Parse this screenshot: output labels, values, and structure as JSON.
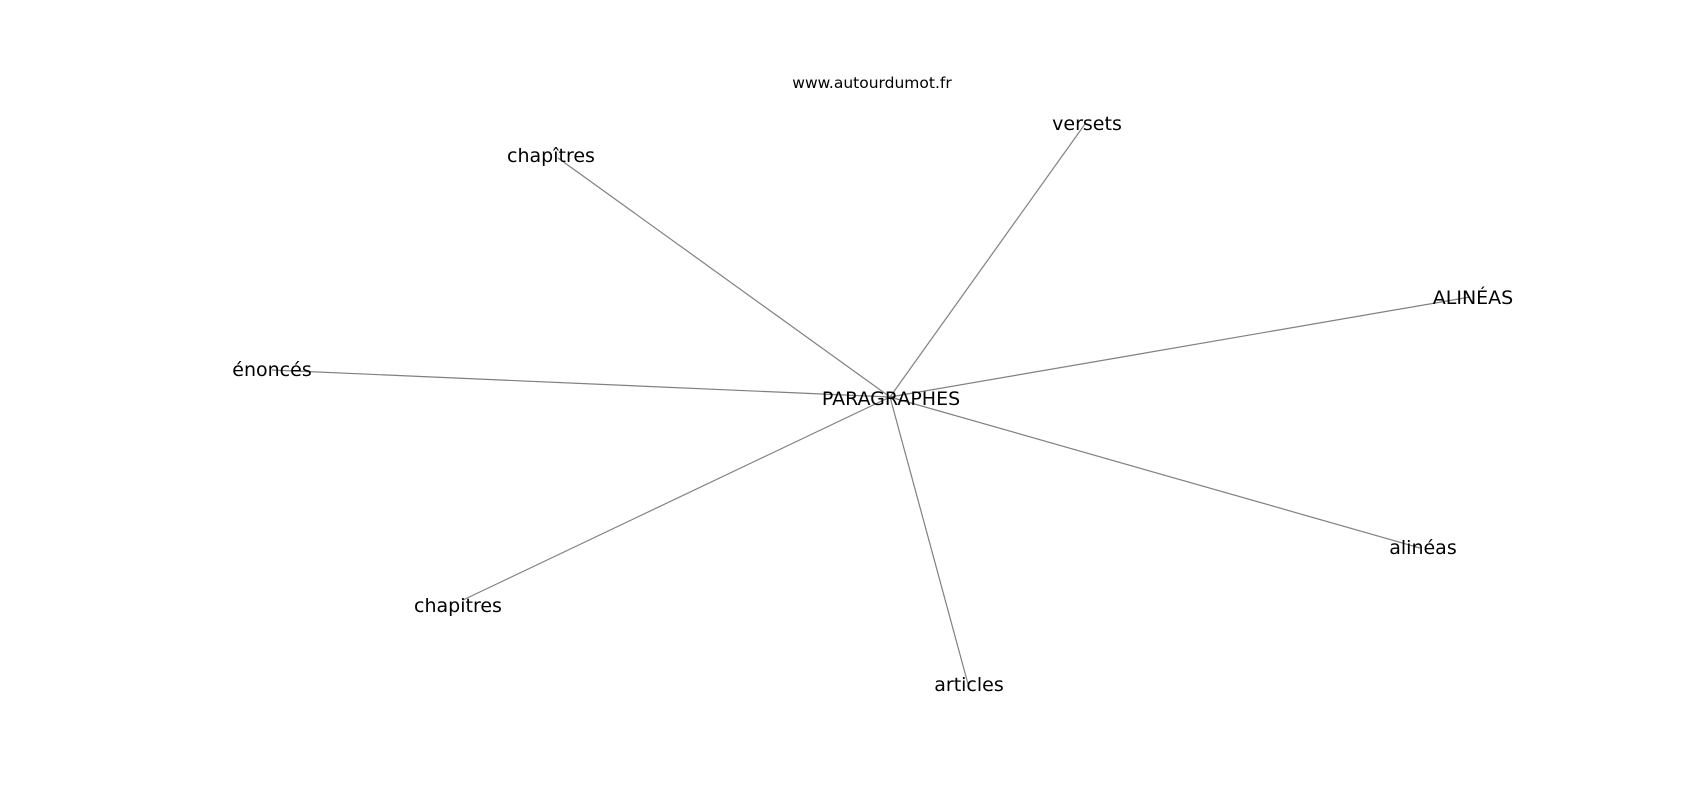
{
  "source": "www.autourdumot.fr",
  "center": {
    "label": "PARAGRAPHES"
  },
  "nodes": [
    {
      "id": "versets",
      "label": "versets"
    },
    {
      "id": "chapitres-accent",
      "label": "chapîtres"
    },
    {
      "id": "alineas-upper",
      "label": "ALINÉAS"
    },
    {
      "id": "enonces",
      "label": "énoncés"
    },
    {
      "id": "alineas",
      "label": "alinéas"
    },
    {
      "id": "chapitres",
      "label": "chapitres"
    },
    {
      "id": "articles",
      "label": "articles"
    }
  ]
}
